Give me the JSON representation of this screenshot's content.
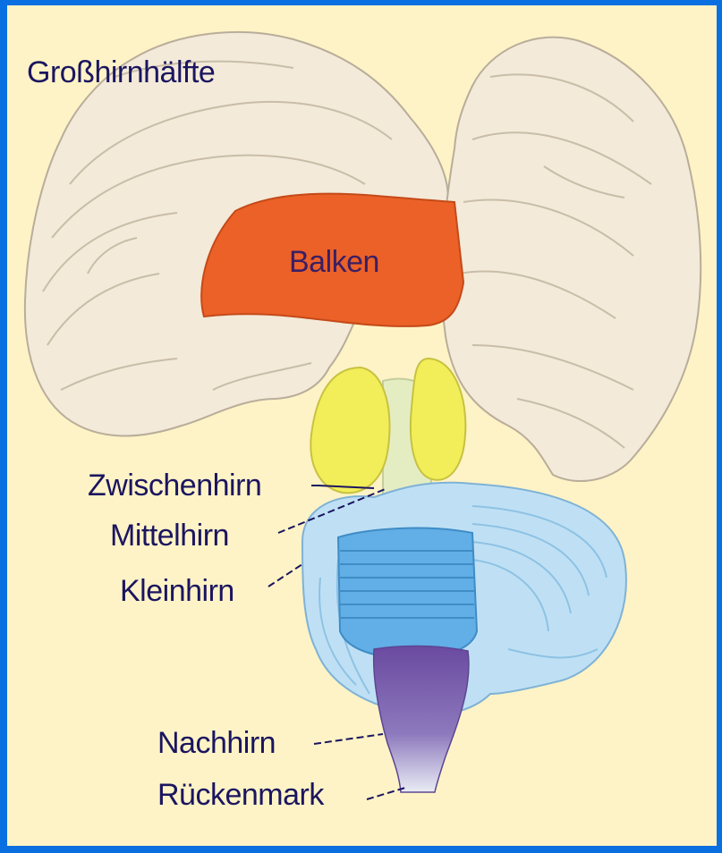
{
  "labels": {
    "cerebral_hemisphere": "Großhirnhälfte",
    "corpus_callosum": "Balken",
    "diencephalon": "Zwischenhirn",
    "midbrain": "Mittelhirn",
    "cerebellum": "Kleinhirn",
    "medulla": "Nachhirn",
    "spinal_cord": "Rückenmark"
  },
  "colors": {
    "border": "#0a6fe0",
    "background": "#fdf3c6",
    "hemisphere": "#f3ead9",
    "corpus_callosum": "#ec6128",
    "diencephalon": "#f2ee5a",
    "midbrain": "#e4edc2",
    "cerebellum_outer": "#bfe0f4",
    "cerebellum_core": "#62aee6",
    "medulla": "#7b57a8",
    "label_text": "#1b1560"
  }
}
